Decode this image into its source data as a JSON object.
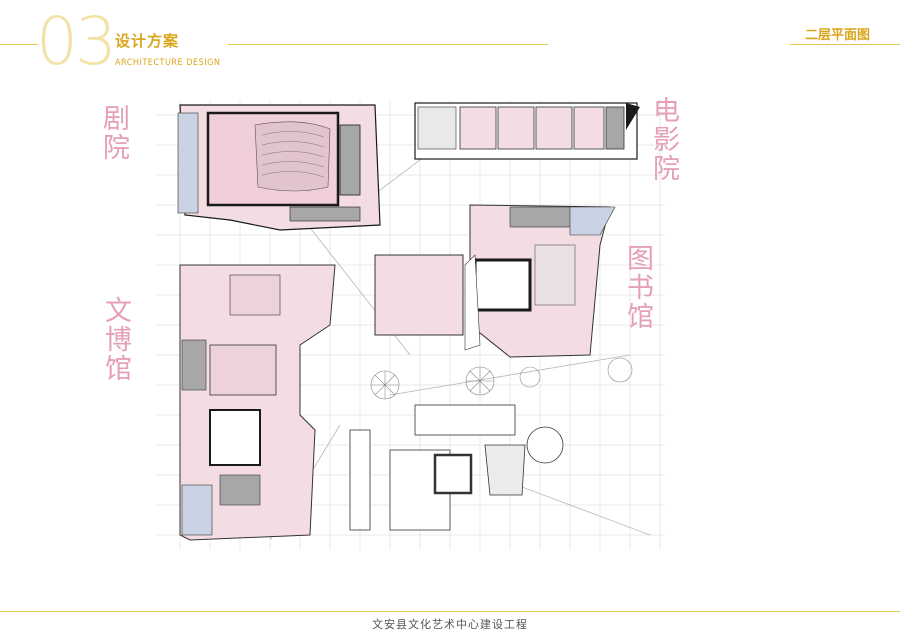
{
  "header": {
    "number": "03",
    "title": "设计方案",
    "subtitle": "ARCHITECTURE DESIGN",
    "page_title": "二层平面图"
  },
  "plan": {
    "labels": {
      "theater": "剧院",
      "cinema": "电影院",
      "library": "图书馆",
      "museum": "文博馆"
    },
    "colors": {
      "pink": "#f3dde3",
      "blue": "#c9d3e4",
      "grey": "#a7a7a7",
      "wall": "#1a1a1a",
      "grid": "#c8c8c8",
      "label": "#e6a0b4",
      "accent": "#e8c84a"
    }
  },
  "footer": {
    "project": "文安县文化艺术中心建设工程"
  }
}
